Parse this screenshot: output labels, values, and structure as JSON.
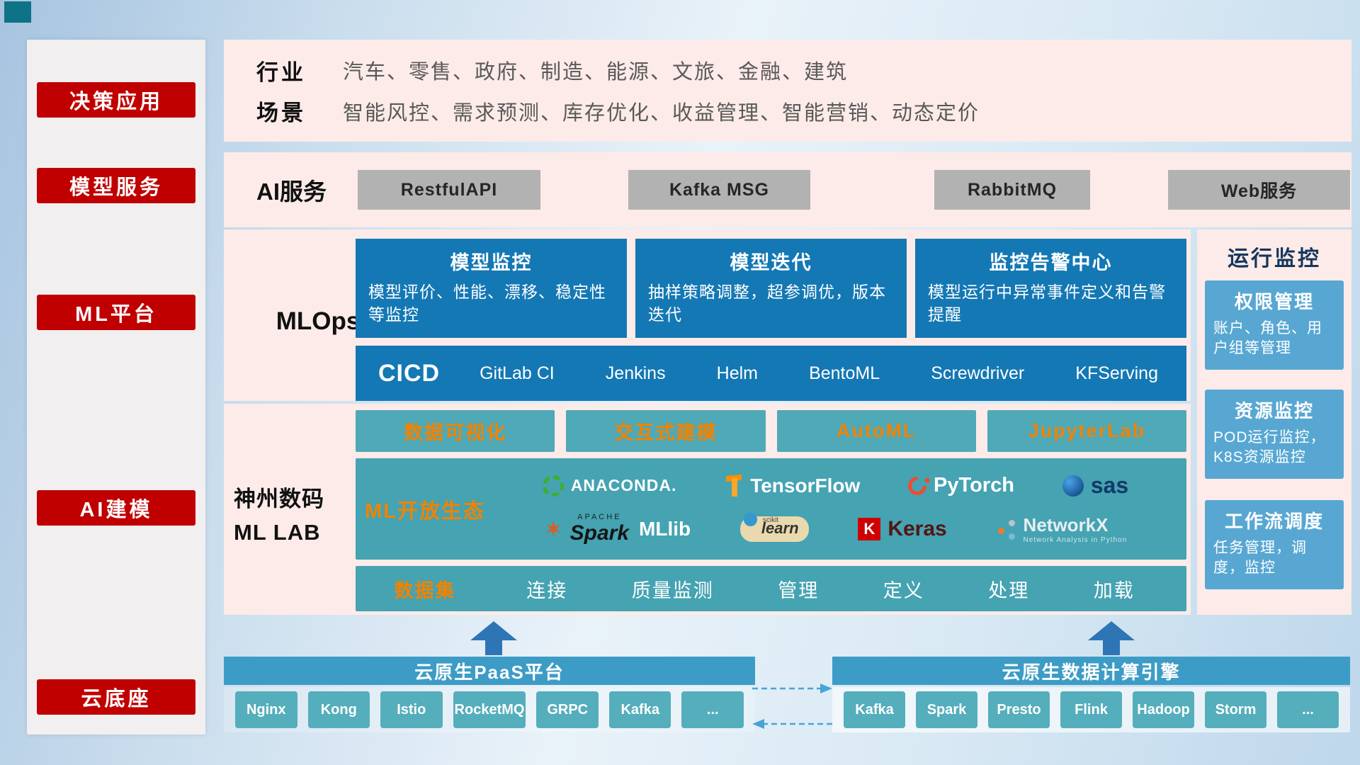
{
  "sidebar": {
    "items": [
      {
        "label": "决策应用"
      },
      {
        "label": "模型服务"
      },
      {
        "label": "ML平台"
      },
      {
        "label": "AI建模"
      },
      {
        "label": "云底座"
      }
    ]
  },
  "industry": {
    "row1_label": "行业",
    "row1_text": "汽车、零售、政府、制造、能源、文旅、金融、建筑",
    "row2_label": "场景",
    "row2_text": "智能风控、需求预测、库存优化、收益管理、智能营销、动态定价"
  },
  "ai_service": {
    "label": "AI服务",
    "buttons": [
      "RestfulAPI",
      "Kafka MSG",
      "RabbitMQ",
      "Web服务"
    ]
  },
  "mlops": {
    "label": "MLOps",
    "cards": [
      {
        "title": "模型监控",
        "desc": "模型评价、性能、漂移、稳定性等监控"
      },
      {
        "title": "模型迭代",
        "desc": "抽样策略调整，超参调优，版本迭代"
      },
      {
        "title": "监控告警中心",
        "desc": "模型运行中异常事件定义和告警提醒"
      }
    ],
    "cicd": {
      "label": "CICD",
      "items": [
        "GitLab CI",
        "Jenkins",
        "Helm",
        "BentoML",
        "Screwdriver",
        "KFServing"
      ]
    }
  },
  "mllab": {
    "label_line1": "神州数码",
    "label_line2": "ML LAB",
    "tools": [
      "数据可视化",
      "交互式建模",
      "AutoML",
      "JupyterLab"
    ],
    "eco_label": "ML开放生态",
    "logos": [
      {
        "id": "anaconda",
        "text": "ANACONDA."
      },
      {
        "id": "tensorflow",
        "text": "TensorFlow"
      },
      {
        "id": "pytorch",
        "text": "PyTorch"
      },
      {
        "id": "sas",
        "text": "sas"
      },
      {
        "id": "spark",
        "sub": "APACHE",
        "text": "Spark"
      },
      {
        "id": "mllib",
        "text": "MLlib"
      },
      {
        "id": "scikit-learn",
        "sub": "scikit",
        "text": "learn"
      },
      {
        "id": "keras",
        "icon_text": "K",
        "text": "Keras"
      },
      {
        "id": "networkx",
        "text": "NetworkX",
        "sub": "Network Analysis in Python"
      }
    ],
    "dataset": {
      "label": "数据集",
      "items": [
        "连接",
        "质量监测",
        "管理",
        "定义",
        "处理",
        "加载"
      ]
    }
  },
  "monitor": {
    "title": "运行监控",
    "cards": [
      {
        "title": "权限管理",
        "desc": "账户、角色、用户组等管理"
      },
      {
        "title": "资源监控",
        "desc": "POD运行监控，K8S资源监控"
      },
      {
        "title": "工作流调度",
        "desc": "任务管理，调度，监控"
      }
    ]
  },
  "cloud": {
    "paas": {
      "title": "云原生PaaS平台",
      "items": [
        "Nginx",
        "Kong",
        "Istio",
        "RocketMQ",
        "GRPC",
        "Kafka",
        "..."
      ]
    },
    "engine": {
      "title": "云原生数据计算引擎",
      "items": [
        "Kafka",
        "Spark",
        "Presto",
        "Flink",
        "Hadoop",
        "Storm",
        "..."
      ]
    }
  },
  "colors": {
    "accent_red": "#c00000",
    "deep_blue": "#1478b4",
    "teal": "#45a3b2",
    "teal_light": "#4fa9b7",
    "card_blue": "#58a7d3",
    "header_blue": "#3d9cc6",
    "orange_text": "#f08300",
    "pink_band": "#fcebe8",
    "arrow_blue": "#2e75b6",
    "gray_button": "#b2b2b2"
  }
}
